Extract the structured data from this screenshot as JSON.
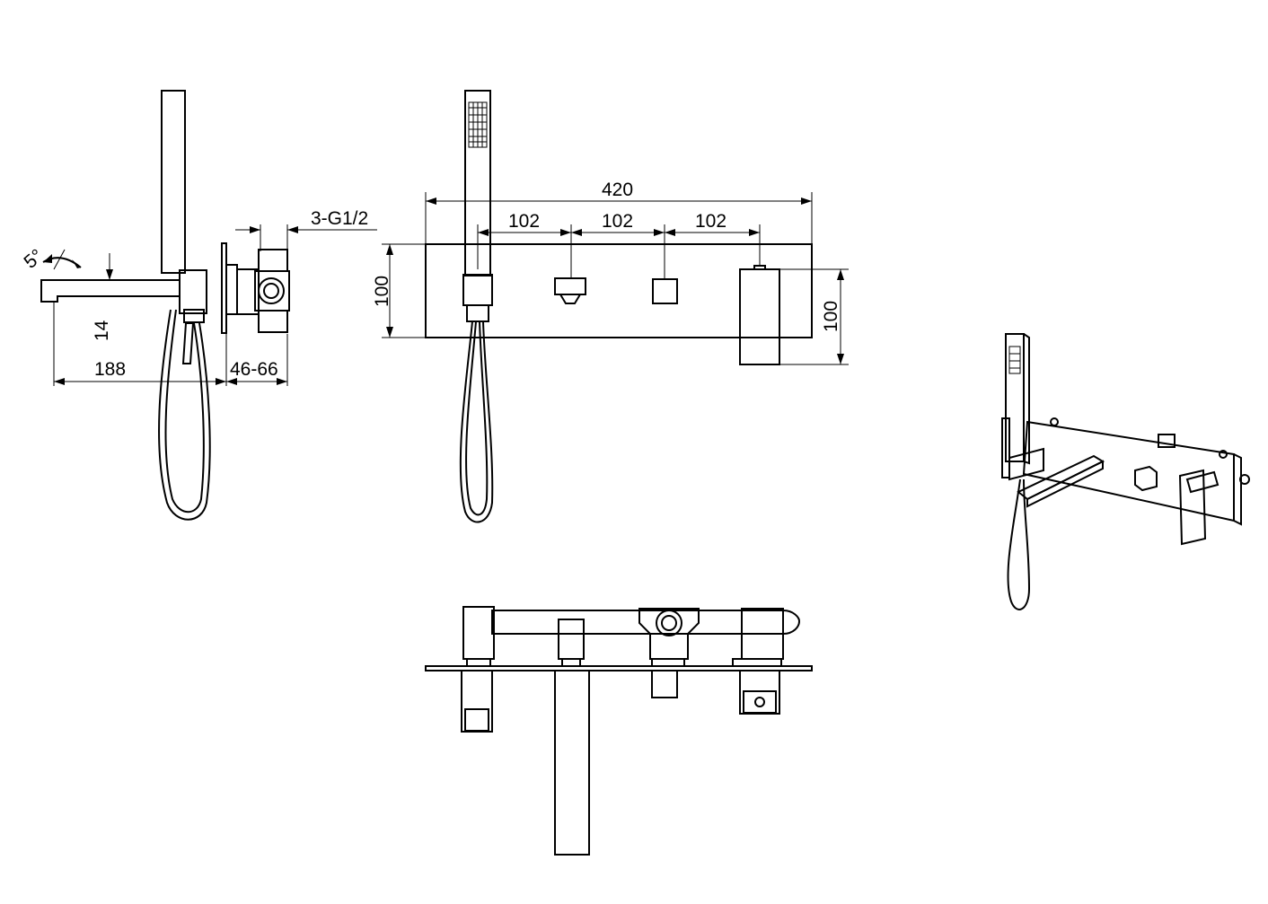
{
  "dimensions": {
    "side_view": {
      "angle": "5°",
      "spout_drop": "14",
      "spout_projection": "188",
      "wall_adjust_range": "46-66",
      "inlet_thread": "3-G1/2"
    },
    "front_view": {
      "overall_width": "420",
      "spacing_1": "102",
      "spacing_2": "102",
      "spacing_3": "102",
      "left_height": "100",
      "right_height": "100"
    }
  }
}
